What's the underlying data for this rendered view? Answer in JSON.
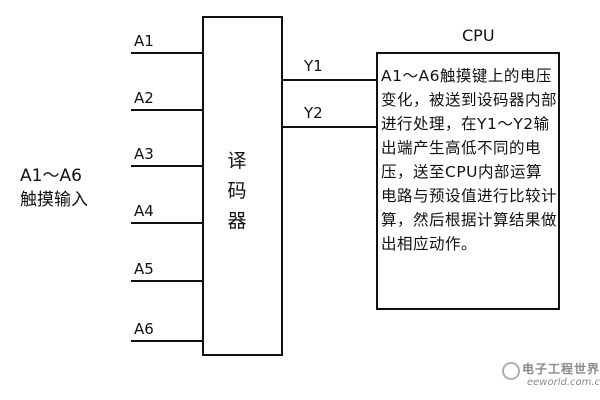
{
  "inputs": {
    "group_label": "A1～A6\n触摸输入",
    "lines": [
      "A1",
      "A2",
      "A3",
      "A4",
      "A5",
      "A6"
    ]
  },
  "decoder": {
    "label": "译\n码\n器"
  },
  "outputs": {
    "lines": [
      "Y1",
      "Y2"
    ]
  },
  "cpu": {
    "title": "CPU",
    "description": "A1～A6触摸键上的电压变化，被送到设码器内部进行处理，在Y1～Y2输出端产生高低不同的电压，送至CPU内部运算电路与预设值进行比较计算，然后根据计算结果做出相应动作。"
  },
  "watermark": {
    "cn": "电子工程世界",
    "en": "eeworld.com.cn"
  }
}
